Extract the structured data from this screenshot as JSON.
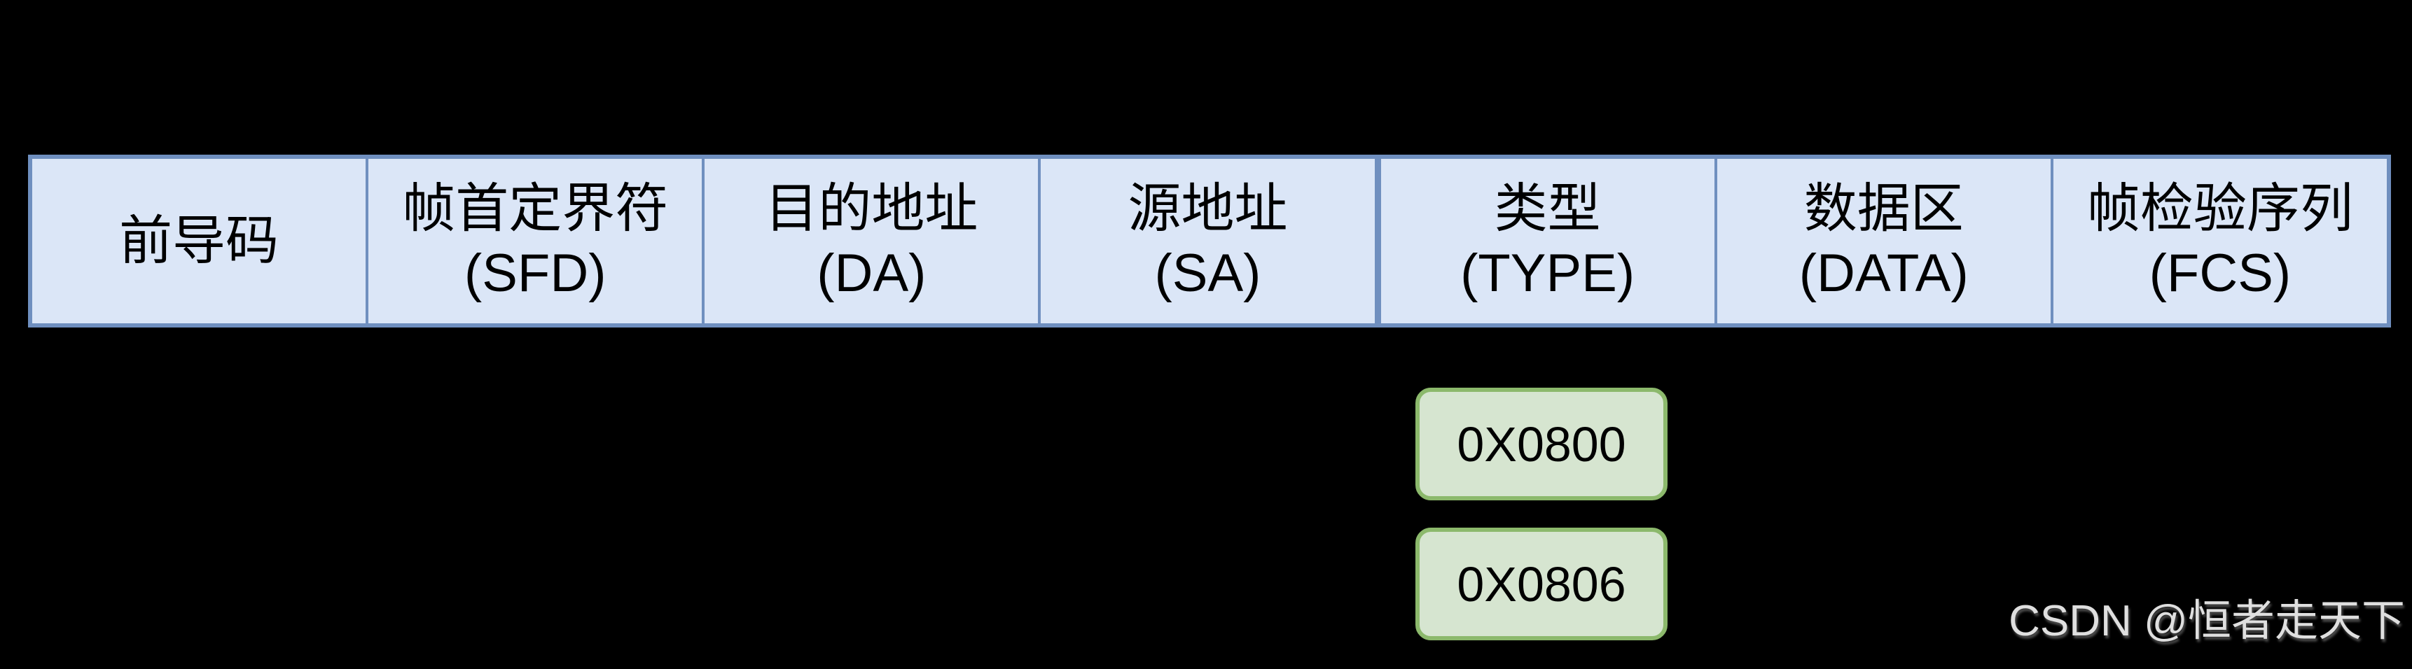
{
  "frame_table": {
    "fields": [
      {
        "line1": "前导码",
        "line2": ""
      },
      {
        "line1": "帧首定界符",
        "line2": "(SFD)"
      },
      {
        "line1": "目的地址",
        "line2": "(DA)"
      },
      {
        "line1": "源地址",
        "line2": "(SA)"
      },
      {
        "line1": "类型",
        "line2": "(TYPE)"
      },
      {
        "line1": "数据区",
        "line2": "(DATA)"
      },
      {
        "line1": "帧检验序列",
        "line2": "(FCS)"
      }
    ]
  },
  "ethertype_boxes": [
    {
      "value": "0X0800"
    },
    {
      "value": "0X0806"
    }
  ],
  "watermark": {
    "text": "CSDN @恒者走天下"
  },
  "colors": {
    "background": "#000000",
    "table_fill": "#dbe6f7",
    "table_stroke": "#6f8fbf",
    "box_fill": "#d6e5d0",
    "box_stroke": "#8cb96c",
    "text": "#000000",
    "watermark_text": "#dfdfdf"
  }
}
